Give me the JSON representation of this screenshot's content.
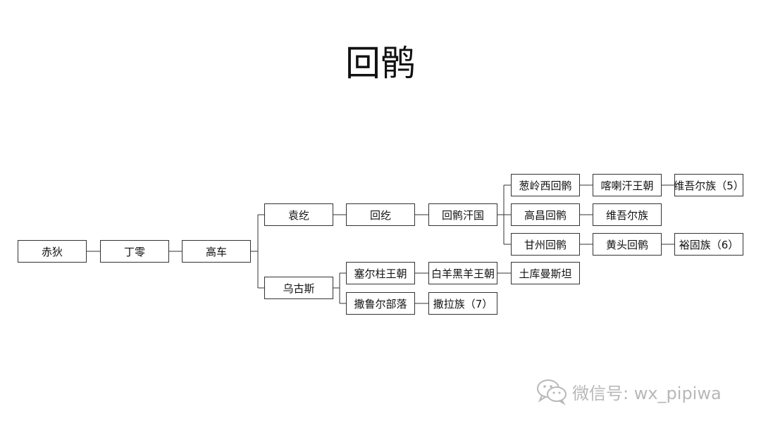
{
  "title": "回鹘",
  "nodes": {
    "chidi": "赤狄",
    "dingling": "丁零",
    "gaoche": "高车",
    "yuanhe": "袁纥",
    "huihe": "回纥",
    "huihu_khanate": "回鹘汗国",
    "congling_huihu": "葱岭西回鹘",
    "kara_khanid": "喀喇汗王朝",
    "uyghur_5": "维吾尔族（5）",
    "gaochang_huihu": "高昌回鹘",
    "uyghur": "维吾尔族",
    "ganzhou_huihu": "甘州回鹘",
    "yellow_huihu": "黄头回鹘",
    "yugur_6": "裕固族（6）",
    "oghuz": "乌古斯",
    "seljuk": "塞尔柱王朝",
    "white_black_sheep": "白羊黑羊王朝",
    "turkmenistan": "土库曼斯坦",
    "salur": "撒鲁尔部落",
    "salar_7": "撒拉族（7）"
  },
  "watermark": {
    "text": "微信号: wx_pipiwa",
    "icon": "wechat-icon"
  },
  "colors": {
    "line": "#333333",
    "watermark": "#b8b8b8"
  }
}
